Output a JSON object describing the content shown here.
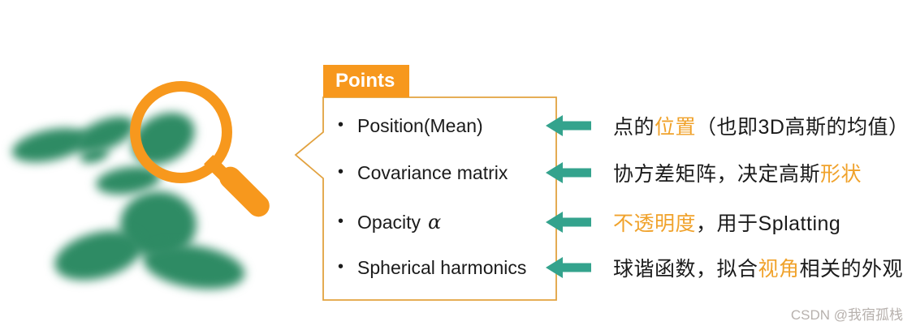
{
  "palette": {
    "orange": "#F7981D",
    "accent_orange": "#F0A22B",
    "teal": "#34A38D",
    "box_border": "#E2A23F",
    "blob_green": "#2E8B64",
    "text": "#1B1B1B",
    "watermark": "#B7B1AD"
  },
  "icons": {
    "magnifier": "magnifying-glass",
    "row_arrow": "left-arrow",
    "bullet": "•"
  },
  "callout": {
    "tab_label": "Points",
    "items": [
      {
        "label": "Position(Mean)",
        "math": ""
      },
      {
        "label": "Covariance matrix",
        "math": ""
      },
      {
        "label": "Opacity",
        "math": "α"
      },
      {
        "label": "Spherical harmonics",
        "math": ""
      }
    ]
  },
  "annotations": [
    {
      "segments": [
        {
          "text": "点的",
          "color": "default"
        },
        {
          "text": "位置",
          "color": "accent_orange"
        },
        {
          "text": "（也即3D高斯的均值）",
          "color": "default"
        }
      ]
    },
    {
      "segments": [
        {
          "text": "协方差矩阵，决定高斯",
          "color": "default"
        },
        {
          "text": "形状",
          "color": "accent_orange"
        }
      ]
    },
    {
      "segments": [
        {
          "text": "不透明度",
          "color": "accent_orange"
        },
        {
          "text": "，用于Splatting",
          "color": "default"
        }
      ]
    },
    {
      "segments": [
        {
          "text": "球谐函数，拟合",
          "color": "default"
        },
        {
          "text": "视角",
          "color": "accent_orange"
        },
        {
          "text": "相关的外观",
          "color": "default"
        }
      ]
    }
  ],
  "watermark": "CSDN @我宿孤栈"
}
